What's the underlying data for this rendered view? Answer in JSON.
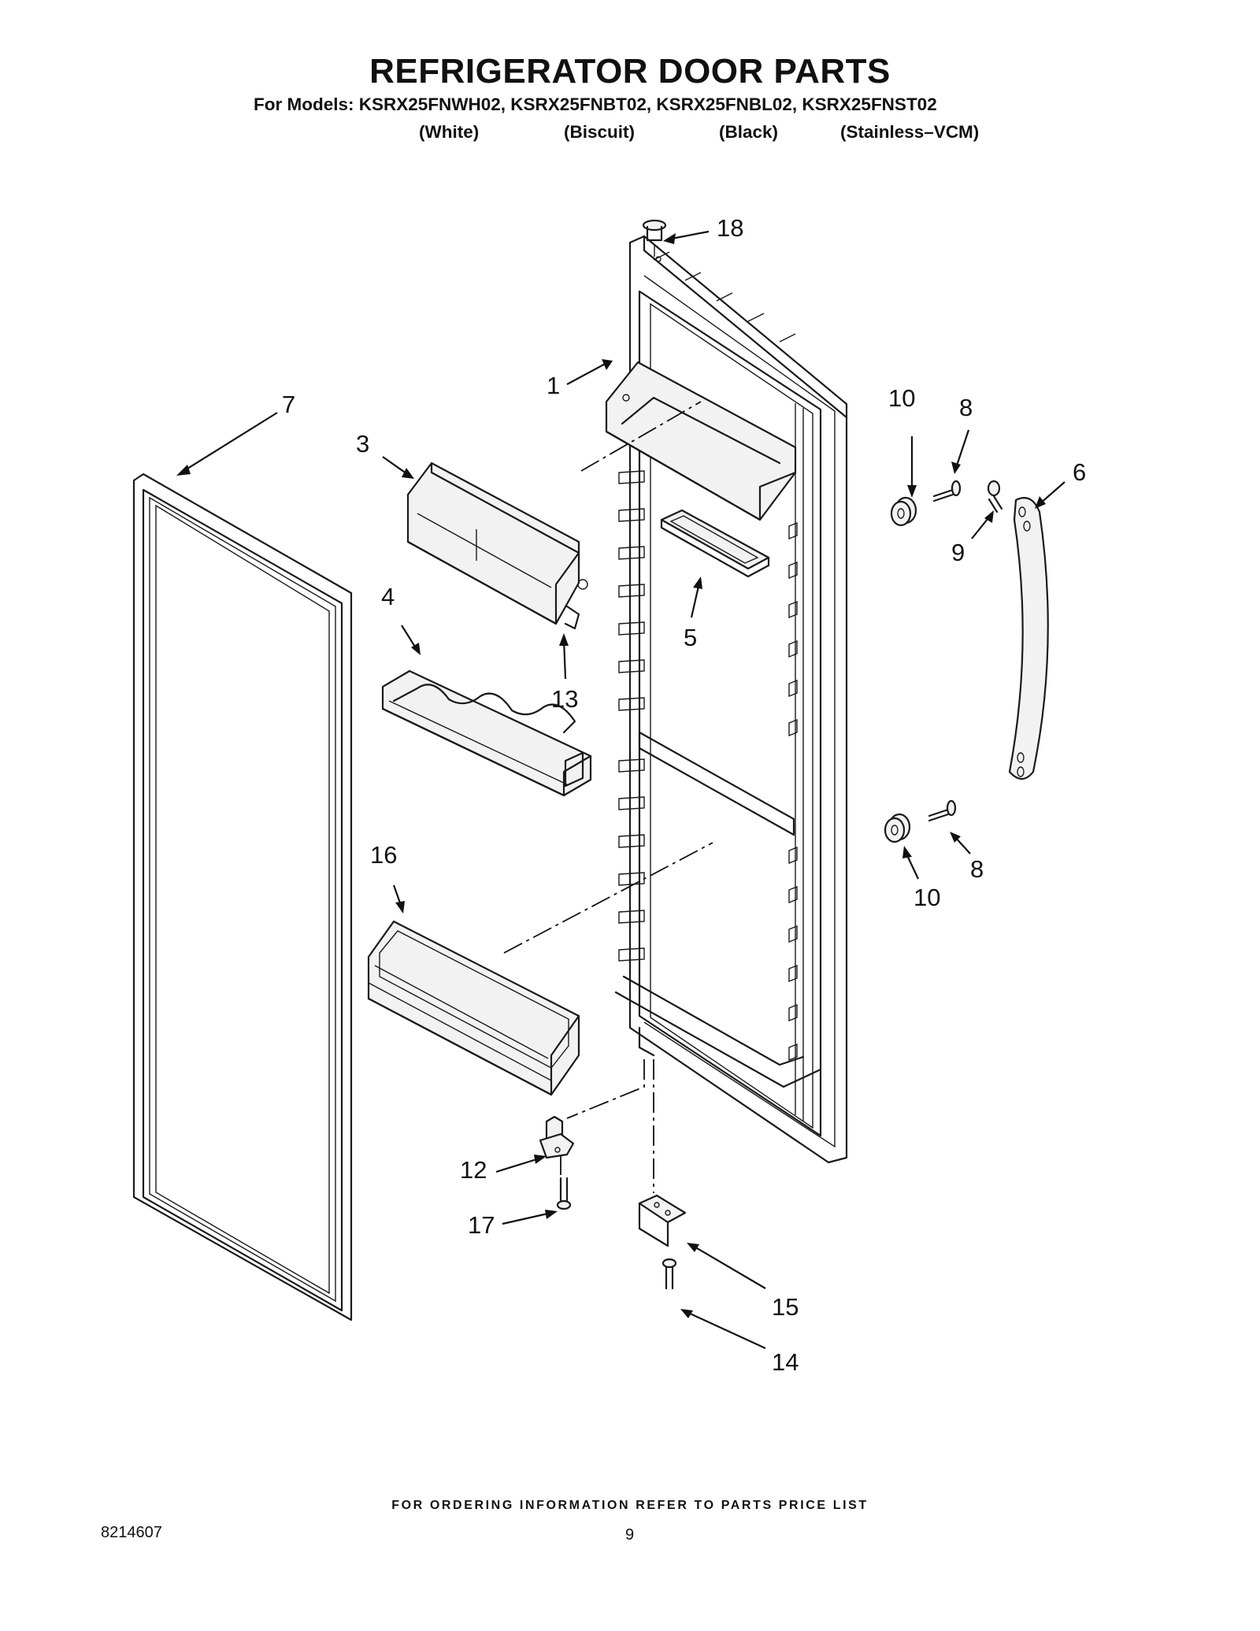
{
  "header": {
    "title": "REFRIGERATOR DOOR PARTS",
    "models_line": "For Models: KSRX25FNWH02, KSRX25FNBT02, KSRX25FNBL02, KSRX25FNST02",
    "colors": [
      "(White)",
      "(Biscuit)",
      "(Black)",
      "(Stainless–VCM)"
    ]
  },
  "callouts": [
    "18",
    "1",
    "7",
    "3",
    "10",
    "8",
    "6",
    "9",
    "4",
    "5",
    "13",
    "16",
    "8",
    "10",
    "12",
    "17",
    "15",
    "14"
  ],
  "footer": {
    "note": "FOR ORDERING INFORMATION REFER TO PARTS PRICE LIST",
    "doc_number": "8214607",
    "page_number": "9"
  }
}
